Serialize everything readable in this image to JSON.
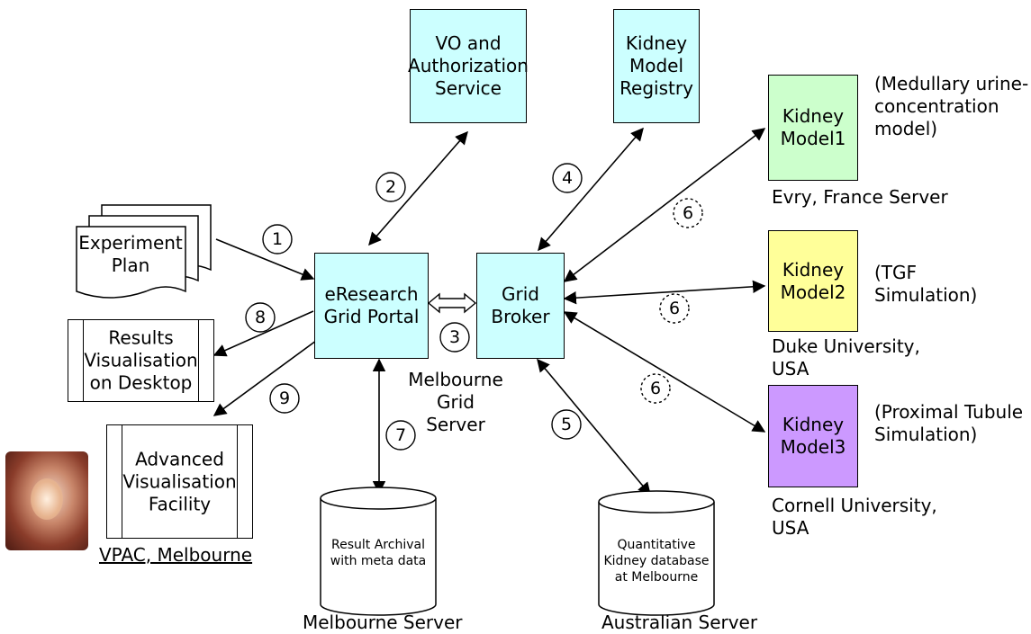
{
  "nodes": {
    "vo_service": "VO and\nAuthorization\nService",
    "kidney_registry": "Kidney\nModel\nRegistry",
    "kidney_model1": "Kidney\nModel1",
    "kidney_model2": "Kidney\nModel2",
    "kidney_model3": "Kidney\nModel3",
    "experiment_plan": "Experiment\nPlan",
    "eresearch_portal": "eResearch\nGrid Portal",
    "grid_broker": "Grid\nBroker",
    "results_desktop": "Results\nVisualisation\non Desktop",
    "advanced_viz": "Advanced\nVisualisation\nFacility",
    "result_archival": "Result Archival\nwith meta data",
    "quant_db": "Quantitative\nKidney database\nat Melbourne"
  },
  "labels": {
    "model1_desc": "(Medullary urine-\nconcentration\nmodel)",
    "model1_location": "Evry, France Server",
    "model2_desc": "(TGF\nSimulation)",
    "model2_location": "Duke University,\nUSA",
    "model3_desc": "(Proximal Tubule\nSimulation)",
    "model3_location": "Cornell University,\nUSA",
    "melbourne_grid_server": "Melbourne Grid\nServer",
    "vpac": "VPAC, Melbourne",
    "melbourne_server": "Melbourne Server",
    "australian_server": "Australian Server"
  },
  "steps": {
    "s1": "1",
    "s2": "2",
    "s3": "3",
    "s4": "4",
    "s5": "5",
    "s6a": "6",
    "s6b": "6",
    "s6c": "6",
    "s7": "7",
    "s8": "8",
    "s9": "9"
  },
  "colors": {
    "cyan": "#ccffff",
    "green": "#ccffcc",
    "yellow": "#ffff99",
    "purple": "#cc99ff"
  },
  "icons": {
    "kidney_photo": "kidney-photo"
  }
}
